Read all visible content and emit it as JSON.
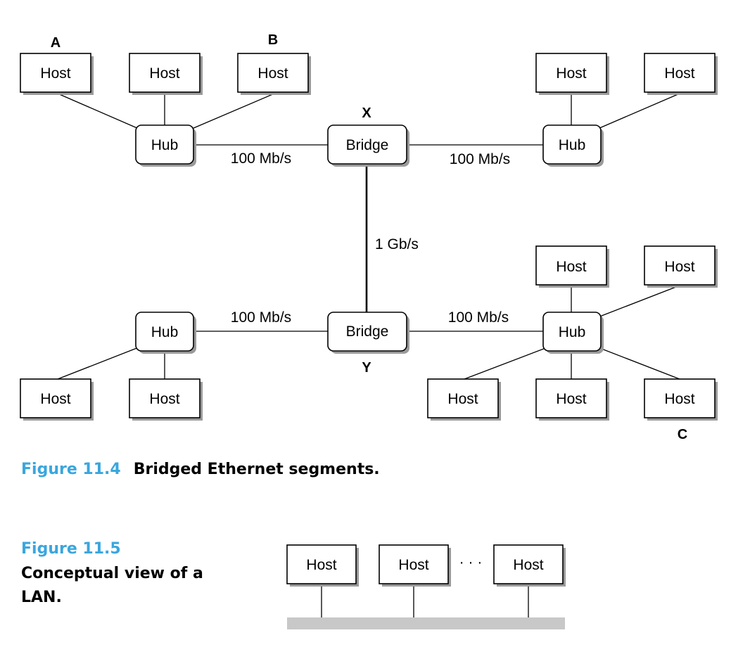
{
  "figure_11_4": {
    "markers": {
      "a": "A",
      "b": "B",
      "c": "C",
      "x": "X",
      "y": "Y"
    },
    "hosts": [
      "Host",
      "Host",
      "Host",
      "Host",
      "Host",
      "Host",
      "Host",
      "Host",
      "Host",
      "Host",
      "Host",
      "Host"
    ],
    "hubs": [
      "Hub",
      "Hub",
      "Hub",
      "Hub"
    ],
    "bridges": [
      "Bridge",
      "Bridge"
    ],
    "links": {
      "top_left": "100 Mb/s",
      "top_right": "100 Mb/s",
      "backbone": "1 Gb/s",
      "bottom_left": "100 Mb/s",
      "bottom_right": "100 Mb/s"
    },
    "caption_number": "Figure 11.4",
    "caption_text": "Bridged Ethernet segments."
  },
  "figure_11_5": {
    "caption_number": "Figure 11.5",
    "caption_lines": [
      "Conceptual view of a",
      "LAN."
    ],
    "hosts": [
      "Host",
      "Host",
      "Host"
    ],
    "ellipsis": "· · ·"
  }
}
